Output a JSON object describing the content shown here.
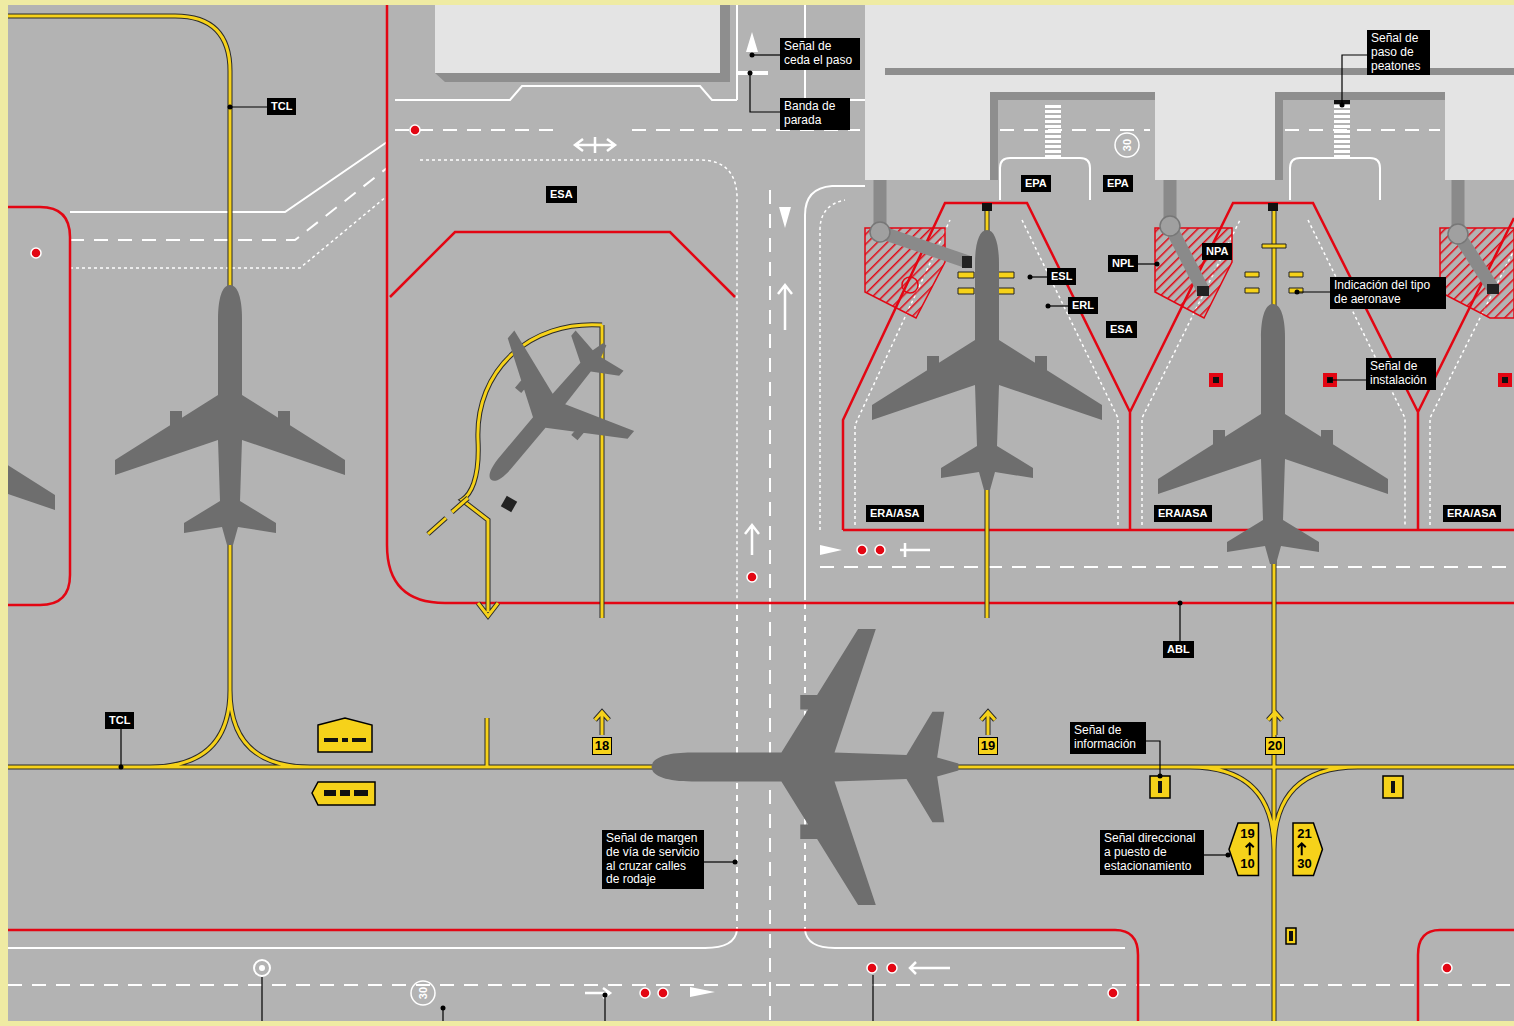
{
  "diagram": {
    "nodes": [
      {
        "text": [
          "Señal de ceda el paso"
        ]
      },
      {
        "text": [
          "Banda de parada"
        ]
      },
      {
        "text": [
          "Señal de paso de peatones"
        ]
      },
      {
        "text": [
          "TCL"
        ]
      },
      {
        "text": [
          "EPA"
        ]
      },
      {
        "text": [
          "EPA"
        ]
      },
      {
        "text": [
          "ESA"
        ]
      },
      {
        "text": [
          "NPA"
        ]
      },
      {
        "text": [
          "NPL"
        ]
      },
      {
        "text": [
          "ESL"
        ]
      },
      {
        "text": [
          "Indicación del tipo de aeronave"
        ]
      },
      {
        "text": [
          "ERL"
        ]
      },
      {
        "text": [
          "ESA"
        ]
      },
      {
        "text": [
          "Señal de instalación"
        ]
      },
      {
        "text": [
          "ERA/ASA"
        ]
      },
      {
        "text": [
          "ERA/ASA"
        ]
      },
      {
        "text": [
          "ERA/ASA"
        ]
      },
      {
        "text": [
          "ABL"
        ]
      },
      {
        "text": [
          "TCL"
        ]
      },
      {
        "text": [
          "Señal de información"
        ]
      },
      {
        "text": [
          "18"
        ]
      },
      {
        "text": [
          "19"
        ]
      },
      {
        "text": [
          "20"
        ]
      },
      {
        "text": [
          "Señal direccional a puesto de estacionamiento"
        ]
      },
      {
        "text": [
          "19",
          "10"
        ]
      },
      {
        "text": [
          "21",
          "30"
        ]
      },
      {
        "text": [
          "Señal de margen de vía de servicio al cruzar calles de rodaje"
        ]
      }
    ],
    "labels": [
      "30",
      "30"
    ]
  }
}
